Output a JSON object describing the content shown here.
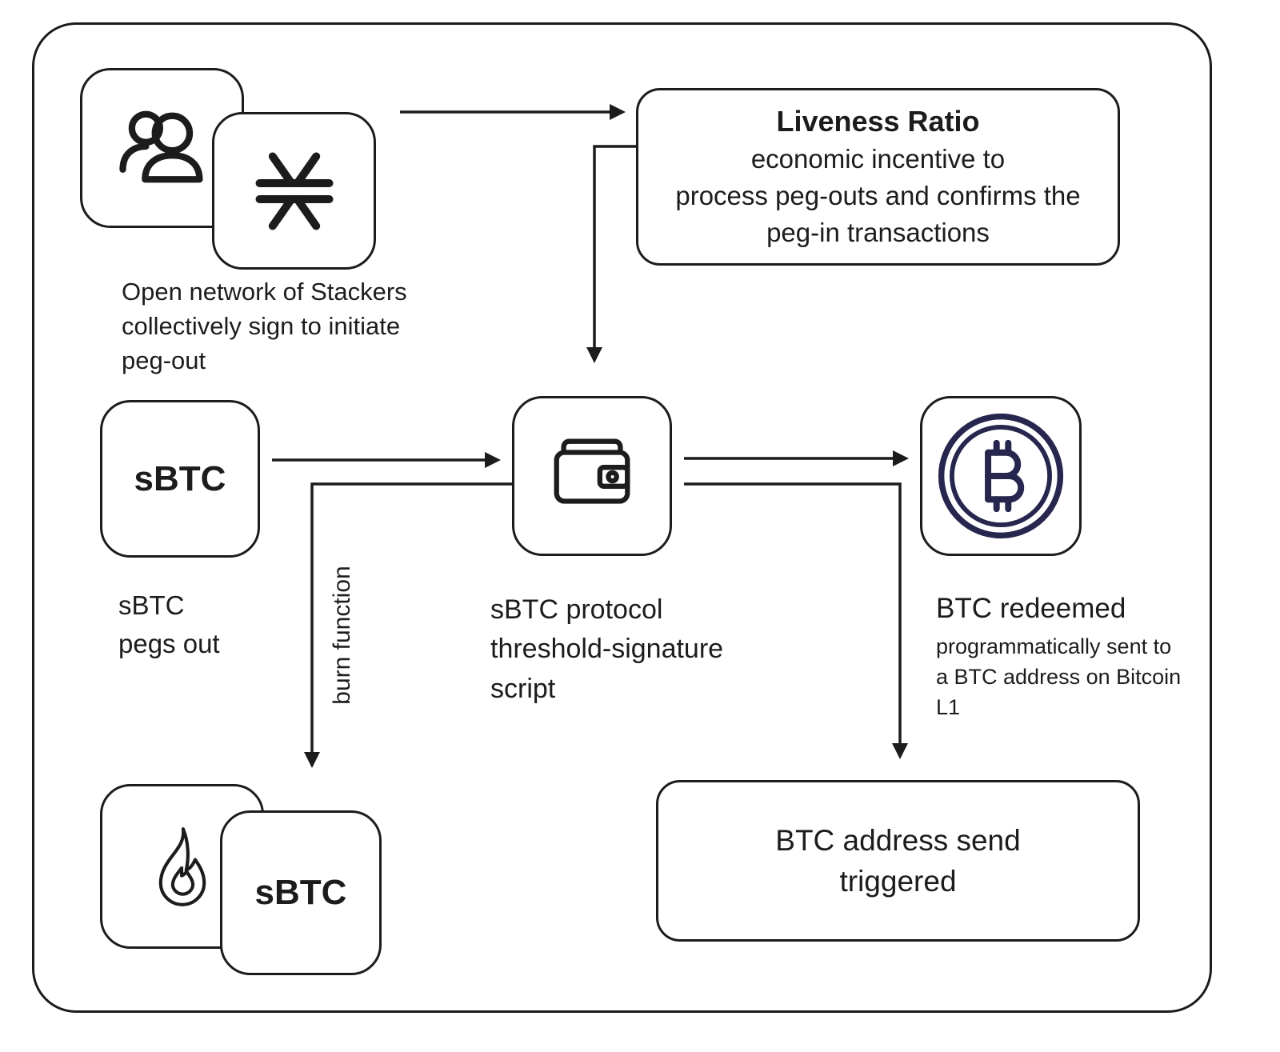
{
  "colors": {
    "ink": "#1c1c1c",
    "bitcoin": "#26264e",
    "paper": "#ffffff"
  },
  "nodes": {
    "stackers": {
      "icons": [
        "people-icon",
        "stacks-icon"
      ],
      "caption": "Open network of Stackers\ncollectively sign to initiate\npeg-out"
    },
    "liveness": {
      "title": "Liveness Ratio",
      "body": "economic incentive to\nprocess peg-outs and confirms the\npeg-in transactions"
    },
    "sbtc_out": {
      "label": "sBTC",
      "caption": "sBTC\npegs out"
    },
    "protocol": {
      "icon": "wallet-icon",
      "caption": "sBTC protocol\nthreshold-signature\nscript"
    },
    "redeemed": {
      "icon": "bitcoin-icon",
      "title": "BTC redeemed",
      "body": "programmatically sent to\na BTC address on Bitcoin\nL1"
    },
    "burn": {
      "icon": "flame-icon",
      "edge_label": "burn function",
      "label": "sBTC"
    },
    "send": {
      "label": "BTC address send\ntriggered"
    }
  }
}
